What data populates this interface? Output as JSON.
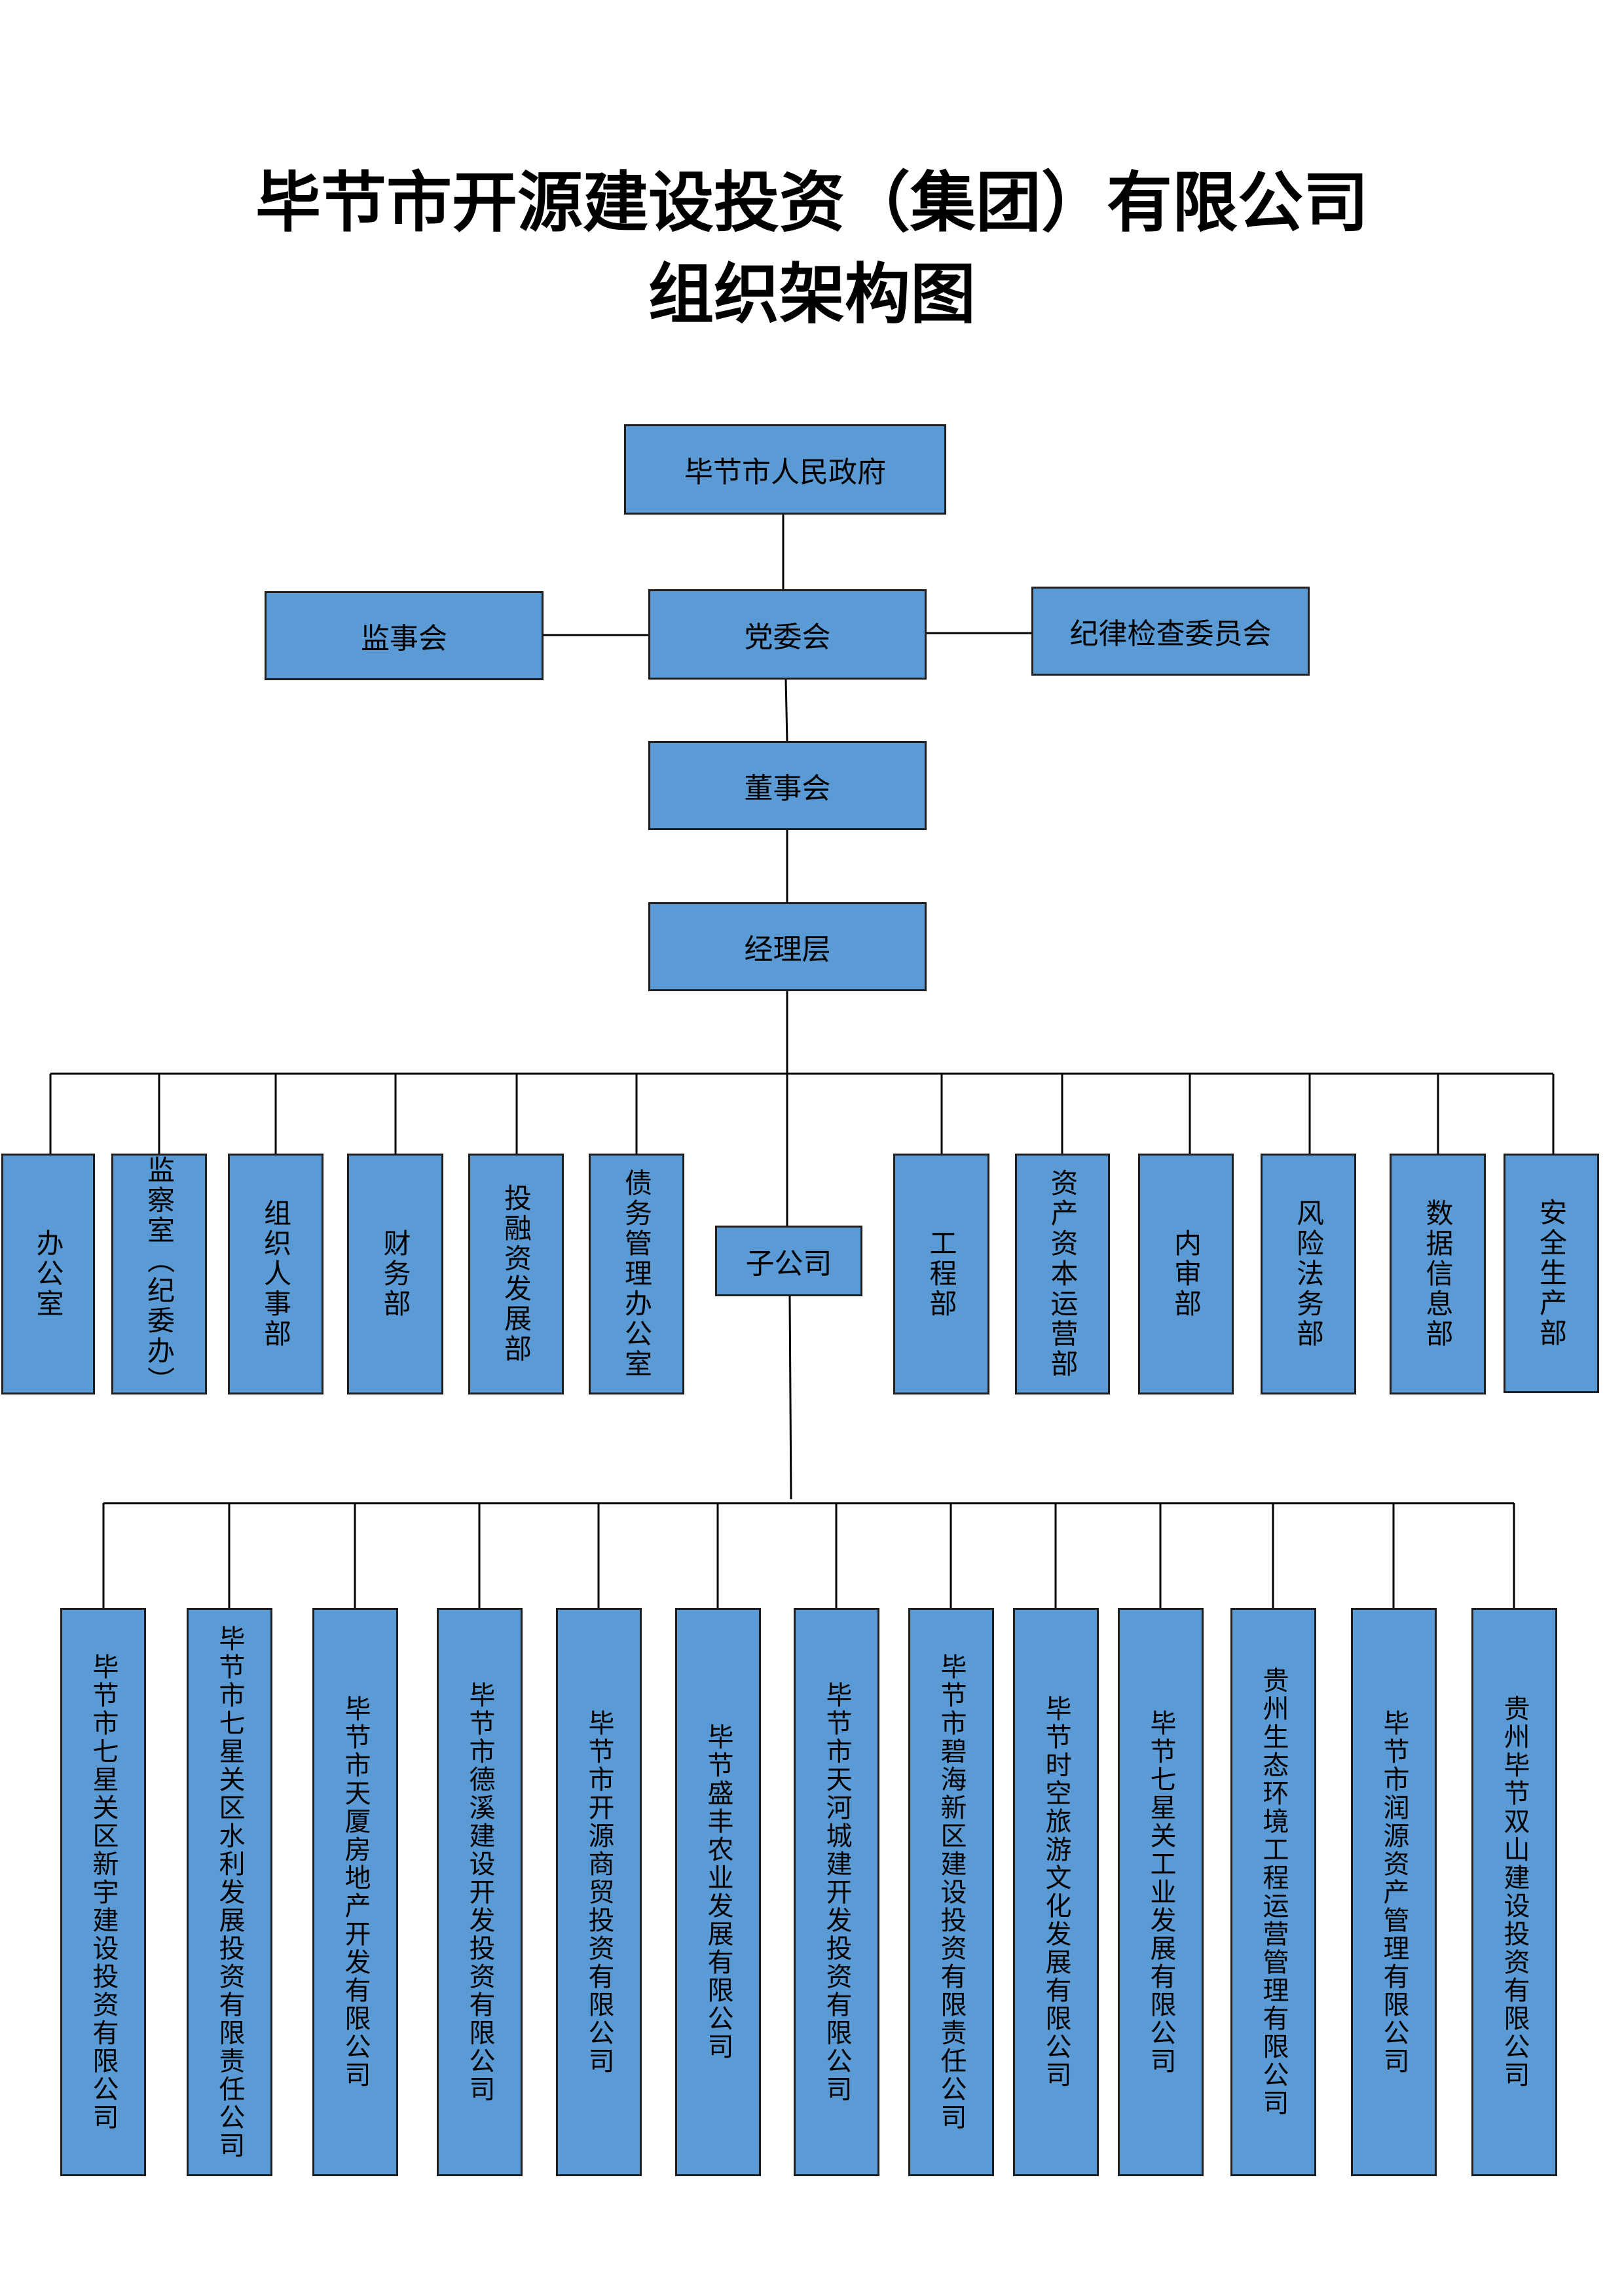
{
  "title": {
    "line1": "毕节市开源建设投资（集团）有限公司",
    "line2": "组织架构图"
  },
  "top_chain": {
    "government": "毕节市人民政府",
    "party_committee": "党委会",
    "supervisory_board": "监事会",
    "discipline_committee": "纪律检查委员会",
    "board_of_directors": "董事会",
    "management": "经理层"
  },
  "subsidiary_hub": "子公司",
  "departments": [
    "办公室",
    "监察室（纪委办）",
    "组织人事部",
    "财务部",
    "投融资发展部",
    "债务管理办公室",
    "工程部",
    "资产资本运营部",
    "内审部",
    "风险法务部",
    "数据信息部",
    "安全生产部"
  ],
  "subsidiaries": [
    "毕节市七星关区新宇建设投资有限公司",
    "毕节市七星关区水利发展投资有限责任公司",
    "毕节市天厦房地产开发有限公司",
    "毕节市德溪建设开发投资有限公司",
    "毕节市开源商贸投资有限公司",
    "毕节盛丰农业发展有限公司",
    "毕节市天河城建开发投资有限公司",
    "毕节市碧海新区建设投资有限责任公司",
    "毕节时空旅游文化发展有限公司",
    "毕节七星关工业发展有限公司",
    "贵州生态环境工程运营管理有限公司",
    "毕节市润源资产管理有限公司",
    "贵州毕节双山建设投资有限公司"
  ],
  "colors": {
    "box_fill": "#5b9bd5",
    "box_border": "#1f1f1f",
    "line": "#000000"
  }
}
